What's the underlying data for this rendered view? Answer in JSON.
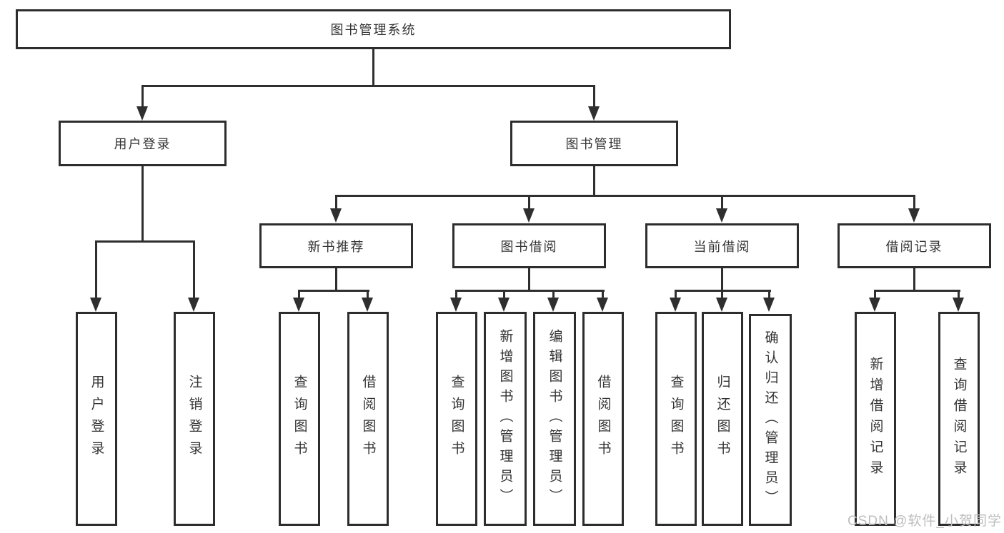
{
  "diagram": {
    "title": "图书管理系统",
    "colors": {
      "line": "#2f2f2f",
      "border": "#2d2d2d",
      "text": "#333333",
      "background": "#ffffff",
      "watermark": "#bdbdbd"
    },
    "nodes": {
      "root": "图书管理系统",
      "level2": [
        {
          "label": "用户登录"
        },
        {
          "label": "图书管理"
        }
      ],
      "level3": [
        {
          "label": "新书推荐"
        },
        {
          "label": "图书借阅"
        },
        {
          "label": "当前借阅"
        },
        {
          "label": "借阅记录"
        }
      ],
      "leaves": {
        "userLogin": [
          "用户登录",
          "注销登录"
        ],
        "newBook": [
          "查询图书",
          "借阅图书"
        ],
        "bookBorrow": [
          "查询图书",
          "新增图书（管理员）",
          "编辑图书（管理员）",
          "借阅图书"
        ],
        "currentBorrow": [
          "查询图书",
          "归还图书",
          "确认归还（管理员）"
        ],
        "borrowRecord": [
          "新增借阅记录",
          "查询借阅记录"
        ]
      }
    },
    "watermark": "CSDN @软件_小贺同学"
  }
}
